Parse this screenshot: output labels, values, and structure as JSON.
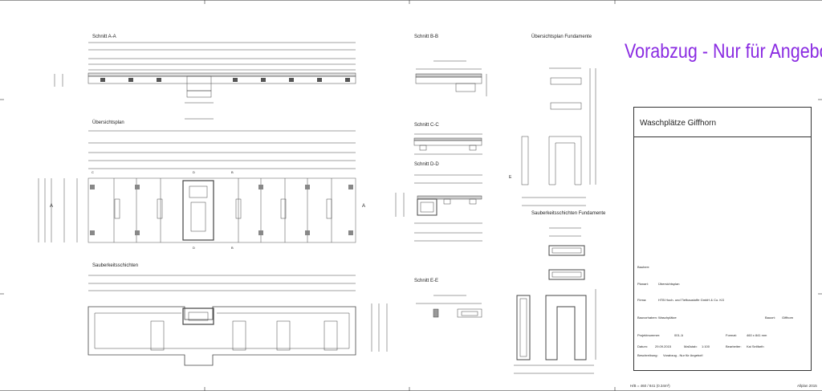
{
  "sections": {
    "schnitt_aa": "Schnitt A-A",
    "uebersichtsplan": "Übersichtsplan",
    "sauberkeitsschichten": "Sauberkeitsschichten",
    "schnitt_bb": "Schnitt B-B",
    "schnitt_cc": "Schnitt C-C",
    "schnitt_dd": "Schnitt D-D",
    "schnitt_ee": "Schnitt E-E",
    "uebersichtsplan_fundamente": "Übersichtsplan Fundamente",
    "sauberkeitsschichten_fundamente": "Sauberkeitsschichten Fundamente"
  },
  "watermark": "Vorabzug - Nur für Angebot!",
  "title_block": {
    "project_title": "Waschplätze Giffhorn",
    "bauherr_label": "Bauherr:",
    "planart_label": "Planart:",
    "planart_value": "Übersichtsplan",
    "firma_label": "Firma:",
    "firma_value": "HTB Hoch- und Tiefbaustoffe GmbH & Co. KG",
    "bauvorhaben_label": "Bauvorhaben:",
    "bauvorhaben_value": "Waschplätze",
    "bauort_label": "Bauort:",
    "bauort_value": "Giffhorn",
    "projektnummer_label": "Projektnummer:",
    "projektnummer_value": "001-1i",
    "format_label": "Format:",
    "format_value": "460 x 841 mm",
    "datum_label": "Datum:",
    "datum_value": "29.09.2015",
    "massstab_label": "Maßstab:",
    "massstab_value": "1:100",
    "bearbeiter_label": "Bearbeiter:",
    "bearbeiter_value": "Kai Seilfarth",
    "beschreibung_label": "Beschreibung:",
    "beschreibung_value": "Vorabzug - Nur für Angebot!"
  },
  "footer": {
    "size": "H/B = 460 / 841 (0.34m²)",
    "software": "Allplan 2015"
  },
  "markers": {
    "a": "A",
    "b": "B",
    "c": "C",
    "d": "D",
    "e": "E"
  }
}
